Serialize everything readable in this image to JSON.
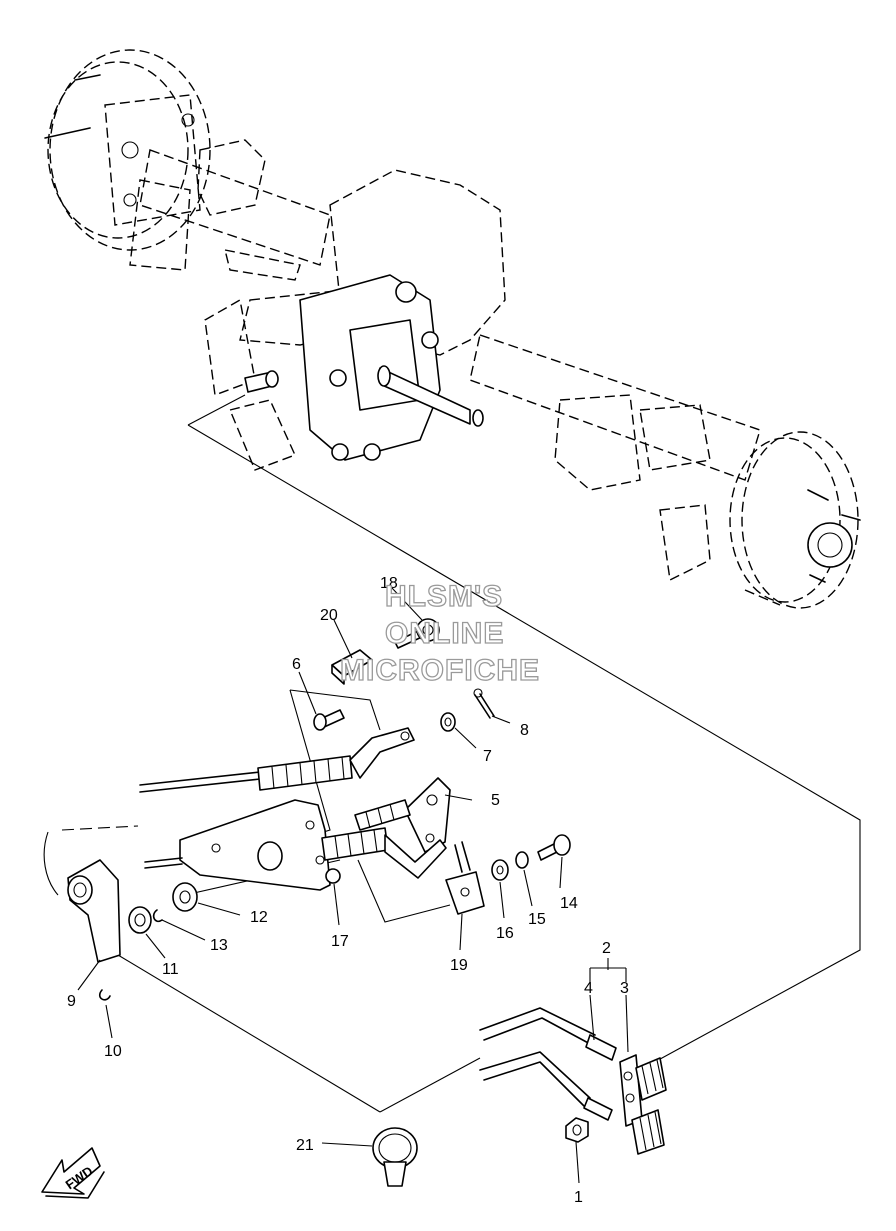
{
  "watermark": {
    "line1": "HLSM'S",
    "line2": "ONLINE",
    "line3": "MICROFICHE"
  },
  "fwd_label": "FWD",
  "callouts": {
    "c1": "1",
    "c2": "2",
    "c3": "3",
    "c4": "4",
    "c5": "5",
    "c6": "6",
    "c7": "7",
    "c8": "8",
    "c9": "9",
    "c10": "10",
    "c11": "11",
    "c12": "12",
    "c13": "13",
    "c14": "14",
    "c15": "15",
    "c16": "16",
    "c17": "17",
    "c18": "18",
    "c19": "19",
    "c20": "20",
    "c21": "21"
  }
}
